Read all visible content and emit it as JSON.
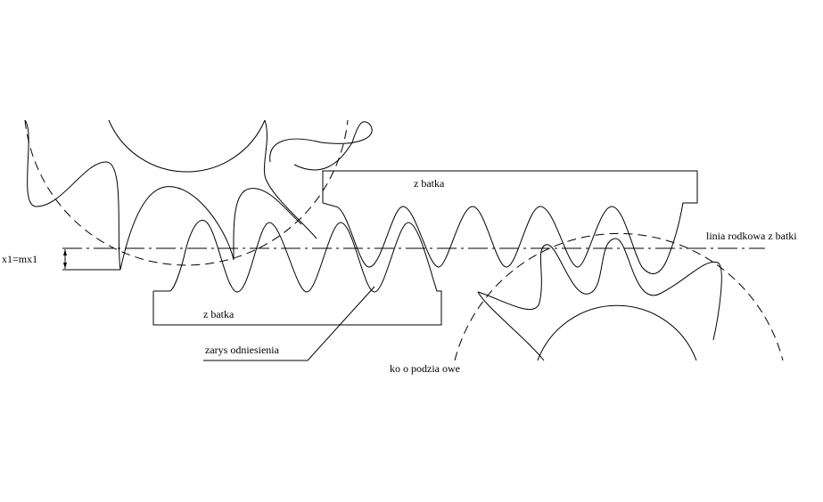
{
  "labels": {
    "rack_top": "z  batka",
    "rack_bottom": "z  batka",
    "pitch_line": "linia   rodkowa z  batki",
    "offset": "x1=mx1",
    "reference_profile": "zarys odniesienia",
    "pitch_circle": "ko o podzia owe"
  },
  "colors": {
    "stroke": "#000000",
    "background": "#ffffff"
  }
}
